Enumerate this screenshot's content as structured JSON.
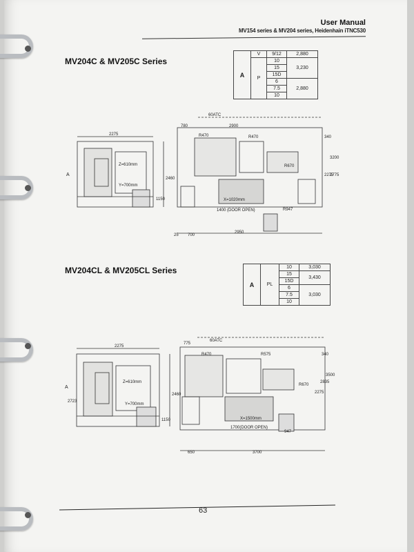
{
  "header": {
    "title": "User Manual",
    "subtitle": "MV154 series & MV204 series, Heidenhain iTNC530"
  },
  "sections": [
    {
      "title": "MV204C & MV205C Series",
      "spec": {
        "row_label": "A",
        "sub_label": "P",
        "v_label": "V",
        "v_value": "9/12",
        "rows": [
          {
            "v": "10",
            "val": "2,880"
          },
          {
            "v": "15",
            "val": "3,230"
          },
          {
            "v": "15D",
            "val": ""
          },
          {
            "v": "6",
            "val": ""
          },
          {
            "v": "7.5",
            "val": "2,880"
          },
          {
            "v": "10",
            "val": ""
          }
        ]
      },
      "drawing": {
        "side_label": "A",
        "dim_width": "2275",
        "dim_height": "2460",
        "dim_low": "1150",
        "y_travel": "Y=700mm",
        "z_travel": "Z=610mm",
        "x_travel": "X=1020mm",
        "plan_top_a": "780",
        "plan_top_b": "2900",
        "atc": "60ATC",
        "r1": "R470",
        "r2": "R470",
        "r3": "R670",
        "r4": "R947",
        "plan_h1": "340",
        "plan_h2": "2275",
        "plan_h3": "2775",
        "plan_h4": "3200",
        "door": "1400 (DOOR OPEN)",
        "bottom_a": "25",
        "bottom_b": "700",
        "bottom_c": "2950"
      }
    },
    {
      "title": "MV204CL & MV205CL Series",
      "spec": {
        "row_label": "A",
        "sub_label": "PL",
        "rows": [
          {
            "v": "10",
            "val": "3,030"
          },
          {
            "v": "15",
            "val": "3,430"
          },
          {
            "v": "15D",
            "val": ""
          },
          {
            "v": "6",
            "val": ""
          },
          {
            "v": "7.5",
            "val": "3,030"
          },
          {
            "v": "10",
            "val": ""
          }
        ]
      },
      "drawing": {
        "side_label": "A",
        "dim_width": "2275",
        "dim_height": "2723",
        "dim_right": "2460",
        "dim_low": "1150",
        "y_travel": "Y=700mm",
        "z_travel": "Z=610mm",
        "x_travel": "X=1500mm",
        "plan_top_a": "775",
        "atc": "60ATC",
        "r1": "R470",
        "r2": "R575",
        "r3": "R670",
        "r4": "947",
        "plan_h1": "340",
        "plan_h2": "2275",
        "plan_h3": "2835",
        "plan_h4": "3500",
        "door": "1700(DOOR OPEN)",
        "bottom_a": "650",
        "bottom_b": "3700"
      }
    }
  ],
  "page_number": "63"
}
